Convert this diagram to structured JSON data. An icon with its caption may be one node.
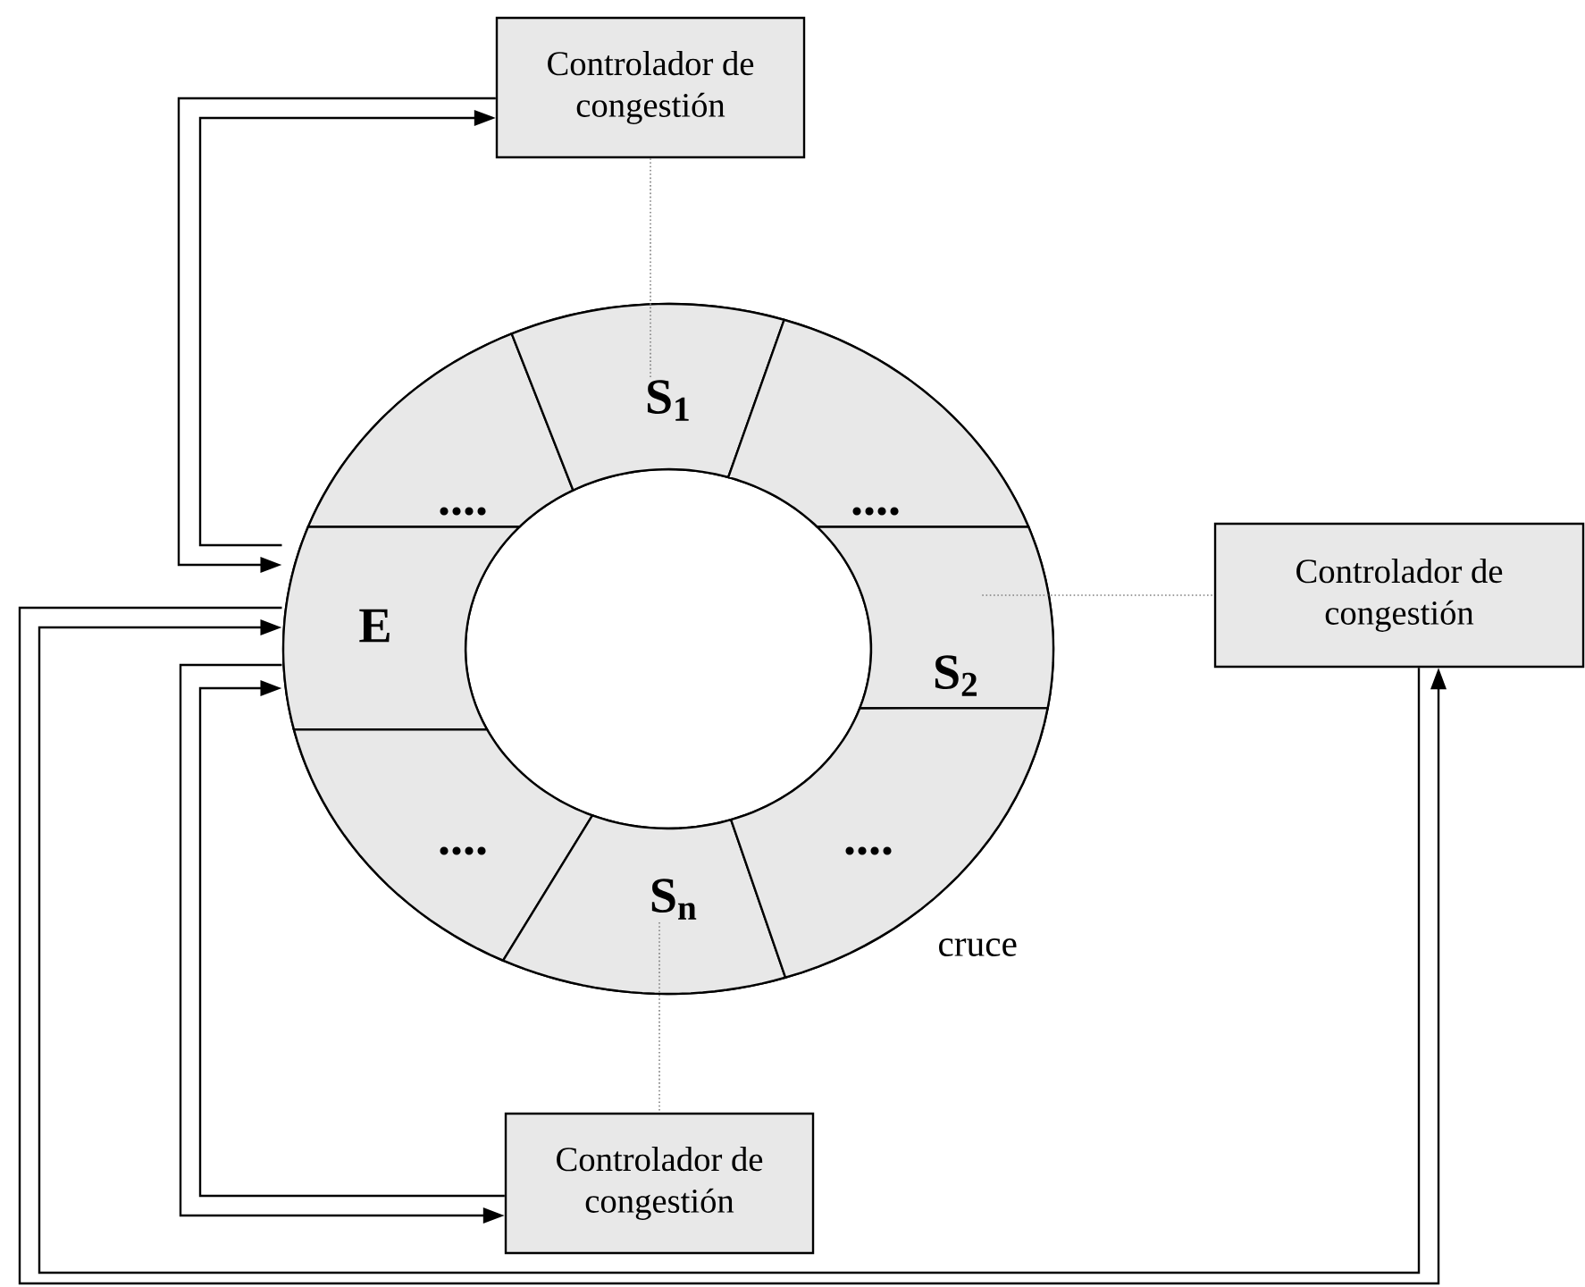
{
  "diagram": {
    "nodes": [
      {
        "text": [
          "Controlador de congestión"
        ]
      },
      {
        "text": [],
        "shape": "circle",
        "beside": [
          "cruce"
        ]
      },
      {
        "text": [
          "...."
        ],
        "in": 1
      },
      {
        "text": [
          "S$_{1}$"
        ],
        "in": 1
      },
      {
        "text": [
          "...."
        ],
        "in": 1
      },
      {
        "text": [
          "E"
        ],
        "in": 1
      },
      {
        "text": [
          "S$_{2}$"
        ],
        "in": 1
      },
      {
        "text": [
          "...."
        ],
        "in": 1
      },
      {
        "text": [
          "S$_{n}$"
        ],
        "in": 1
      },
      {
        "text": [
          "...."
        ],
        "in": 1
      },
      {
        "text": [
          "Controlador de congestión"
        ]
      },
      {
        "text": [
          "Controlador de congestión"
        ]
      }
    ],
    "edges": [
      {
        "from": 5,
        "to": 0,
        "arrow": "to"
      },
      {
        "from": 0,
        "to": 5,
        "arrow": "to"
      },
      {
        "from": 5,
        "to": 11,
        "arrow": "to"
      },
      {
        "from": 11,
        "to": 5,
        "arrow": "to"
      },
      {
        "from": 5,
        "to": 10,
        "arrow": "to"
      },
      {
        "from": 10,
        "to": 5,
        "arrow": "to"
      },
      {
        "from": 0,
        "to": 3,
        "arrow": "none",
        "style": "dashed",
        "color": "#808080"
      },
      {
        "from": 6,
        "to": 10,
        "arrow": "none",
        "style": "dashed",
        "color": "#808080"
      },
      {
        "from": 8,
        "to": 11,
        "arrow": "none",
        "style": "dashed",
        "color": "#808080"
      }
    ]
  }
}
